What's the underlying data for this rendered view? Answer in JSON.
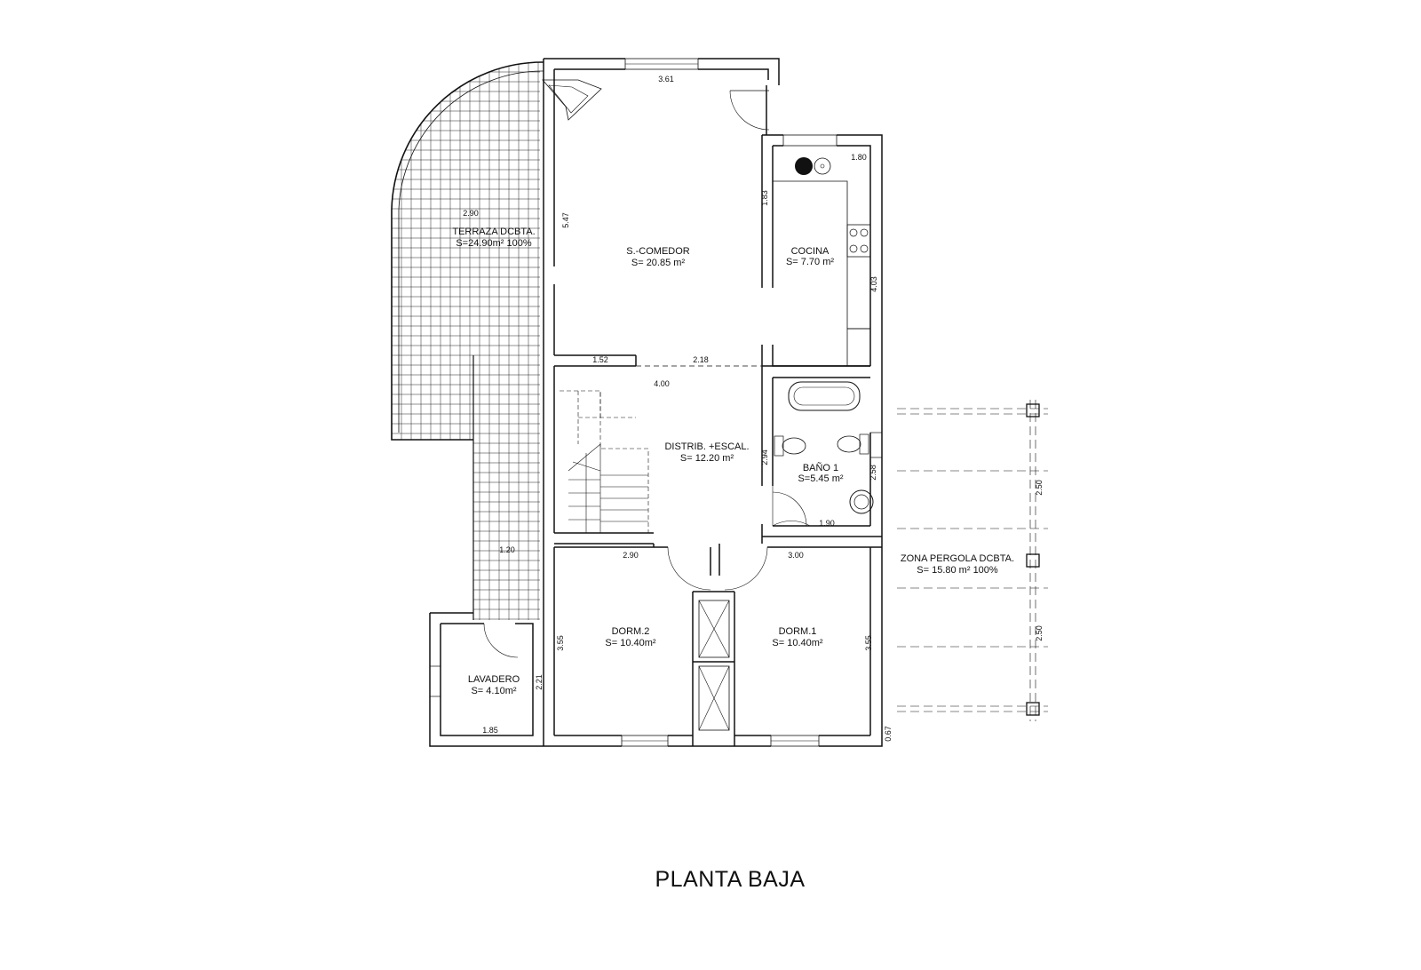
{
  "title": "PLANTA BAJA",
  "rooms": {
    "terraza": {
      "name": "TERRAZA DCBTA.",
      "area": "S=24.90m² 100%"
    },
    "comedor": {
      "name": "S.-COMEDOR",
      "area": "S= 20.85 m²"
    },
    "cocina": {
      "name": "COCINA",
      "area": "S= 7.70 m²"
    },
    "distrib": {
      "name": "DISTRIB. +ESCAL.",
      "area": "S= 12.20 m²"
    },
    "bano": {
      "name": "BAÑO 1",
      "area": "S=5.45 m²"
    },
    "dorm2": {
      "name": "DORM.2",
      "area": "S= 10.40m²"
    },
    "dorm1": {
      "name": "DORM.1",
      "area": "S= 10.40m²"
    },
    "lavadero": {
      "name": "LAVADERO",
      "area": "S= 4.10m²"
    },
    "pergola": {
      "name": "ZONA PERGOLA DCBTA.",
      "area": "S= 15.80 m² 100%"
    }
  },
  "dimensions": {
    "d_361": "3.61",
    "d_290t": "2.90",
    "d_547": "5.47",
    "d_183": "1.83",
    "d_180": "1.80",
    "d_403": "4.03",
    "d_152": "1.52",
    "d_218": "2.18",
    "d_400": "4.00",
    "d_294": "2.94",
    "d_258": "2.58",
    "d_190": "1.90",
    "d_290m": "2.90",
    "d_300": "3.00",
    "d_120": "1.20",
    "d_355a": "3.55",
    "d_355b": "3.55",
    "d_221": "2.21",
    "d_185": "1.85",
    "d_067": "0.67",
    "d_250a": "2.50",
    "d_250b": "2.50"
  },
  "colors": {
    "line": "#111111",
    "background": "#ffffff"
  }
}
